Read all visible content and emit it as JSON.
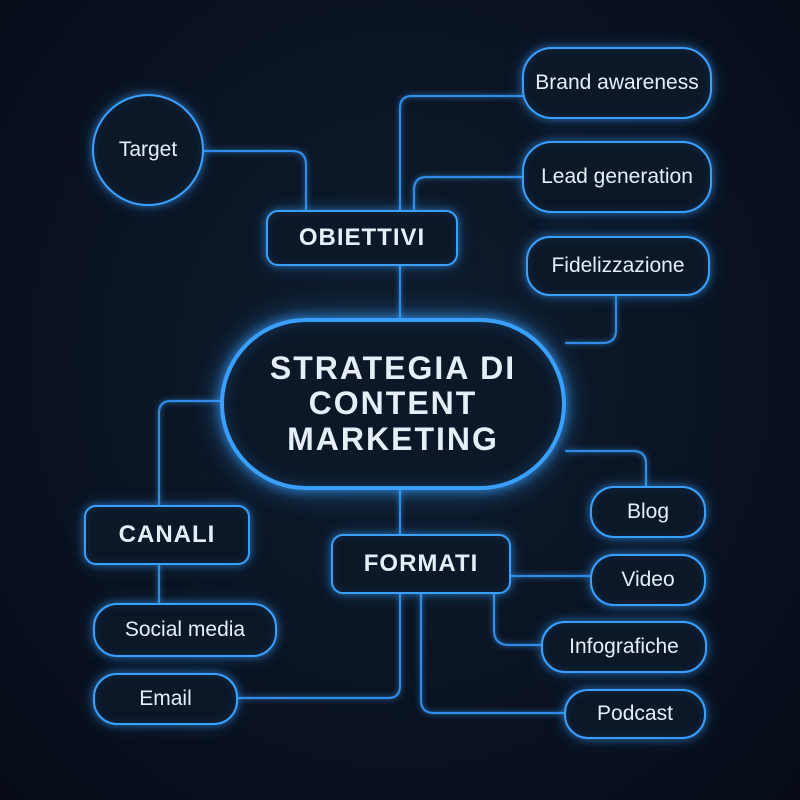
{
  "theme": {
    "accent": "#3aa0ff",
    "background": "#0a1322",
    "text": "#e6eef7"
  },
  "center": {
    "label": "STRATEGIA DI CONTENT MARKETING"
  },
  "obiettivi": {
    "label": "OBIETTIVI",
    "target": "Target",
    "children": [
      "Brand awareness",
      "Lead generation",
      "Fidelizzazione"
    ]
  },
  "canali": {
    "label": "CANALI",
    "children": [
      "Social media",
      "Email"
    ]
  },
  "formati": {
    "label": "FORMATI",
    "children": [
      "Blog",
      "Video",
      "Infografiche",
      "Podcast"
    ]
  }
}
